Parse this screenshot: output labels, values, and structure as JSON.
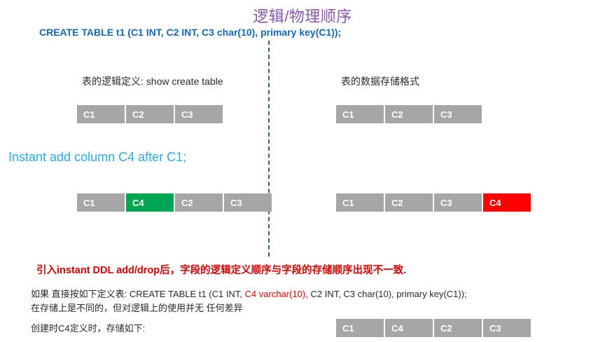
{
  "slide": {
    "title": "逻辑/物理顺序",
    "title_color": "#8b55b5",
    "create_statement": "CREATE TABLE t1 (C1 INT, C2 INT, C3 char(10), primary key(C1));",
    "create_statement_color": "#1269c0",
    "divider_color": "#2f5fa8",
    "captions": {
      "left": "表的逻辑定义: show create table",
      "right": "表的数据存储格式"
    },
    "instant_add": {
      "text": "Instant add column C4 after C1;",
      "color": "#2aaee8"
    },
    "colors": {
      "cell_default": "#a6a6a6",
      "cell_added_logical": "#00a651",
      "cell_added_physical": "#fe0000",
      "cell_text": "#ffffff",
      "note_red": "#e00000"
    },
    "rows": {
      "logical_before": [
        {
          "label": "C1",
          "state": "default"
        },
        {
          "label": "C2",
          "state": "default"
        },
        {
          "label": "C3",
          "state": "default"
        }
      ],
      "physical_before": [
        {
          "label": "C1",
          "state": "default"
        },
        {
          "label": "C2",
          "state": "default"
        },
        {
          "label": "C3",
          "state": "default"
        }
      ],
      "logical_after": [
        {
          "label": "C1",
          "state": "default"
        },
        {
          "label": "C4",
          "state": "green"
        },
        {
          "label": "C2",
          "state": "default"
        },
        {
          "label": "C3",
          "state": "default"
        }
      ],
      "physical_after": [
        {
          "label": "C1",
          "state": "default"
        },
        {
          "label": "C2",
          "state": "default"
        },
        {
          "label": "C3",
          "state": "default"
        },
        {
          "label": "C4",
          "state": "red"
        }
      ],
      "created_with_c4": [
        {
          "label": "C1",
          "state": "default"
        },
        {
          "label": "C4",
          "state": "default"
        },
        {
          "label": "C2",
          "state": "default"
        },
        {
          "label": "C3",
          "state": "default"
        }
      ]
    },
    "notes": {
      "headline": "引入instant DDL add/drop后，字段的逻辑定义顺序与字段的存储顺序出现不一致.",
      "line1_prefix": "如果 直接按如下定义表:  CREATE TABLE t1 (C1 INT, ",
      "line1_red": "C4 varchar(10),",
      "line1_suffix": " C2 INT, C3 char(10), primary key(C1));",
      "line2": "在存储上是不同的，但对逻辑上的使用并无 任何差异",
      "line3": "创建时C4定义时，存储如下:"
    }
  }
}
